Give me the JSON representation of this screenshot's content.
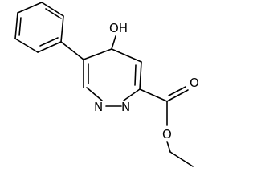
{
  "molecule": {
    "atoms": {
      "hydroxyl": "OH",
      "ring_n1": "N",
      "ring_n2": "N",
      "carbonyl_o": "O",
      "ester_o": "O"
    }
  }
}
